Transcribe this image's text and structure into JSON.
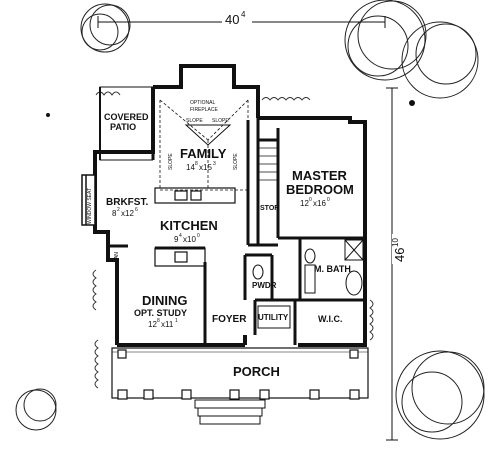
{
  "dimensions": {
    "width": "40",
    "width_sup": "4",
    "depth": "46",
    "depth_sup": "10"
  },
  "rooms": {
    "covered_patio": {
      "line1": "COVERED",
      "line2": "PATIO"
    },
    "family": {
      "name": "FAMILY",
      "size": "14",
      "size_sup1": "8",
      "size_mid": "x15",
      "size_sup2": "3"
    },
    "optional_fireplace": {
      "line1": "OPTIONAL",
      "line2": "FIREPLACE"
    },
    "slope_labels": [
      "SLOPE",
      "SLOPE",
      "SLOPE",
      "SLOPE"
    ],
    "master_bedroom": {
      "line1": "MASTER",
      "line2": "BEDROOM",
      "size": "12",
      "size_sup1": "0",
      "size_mid": "x16",
      "size_sup2": "0"
    },
    "breakfast": {
      "name": "BRKFST.",
      "size": "8",
      "size_sup1": "2",
      "size_mid": "x12",
      "size_sup2": "6"
    },
    "window_seat": "WINDOW SEAT",
    "kitchen": {
      "name": "KITCHEN",
      "size": "9",
      "size_sup1": "4",
      "size_mid": "x10",
      "size_sup2": "0"
    },
    "stor": "STOR",
    "pantry": "PAN",
    "m_bath": "M. BATH",
    "dining": {
      "line1": "DINING",
      "line2": "OPT. STUDY",
      "size": "12",
      "size_sup1": "8",
      "size_mid": "x11",
      "size_sup2": "1"
    },
    "pwdr": "PWDR",
    "foyer": "FOYER",
    "utility": "UTILITY",
    "wic": "W.I.C.",
    "porch": "PORCH"
  }
}
